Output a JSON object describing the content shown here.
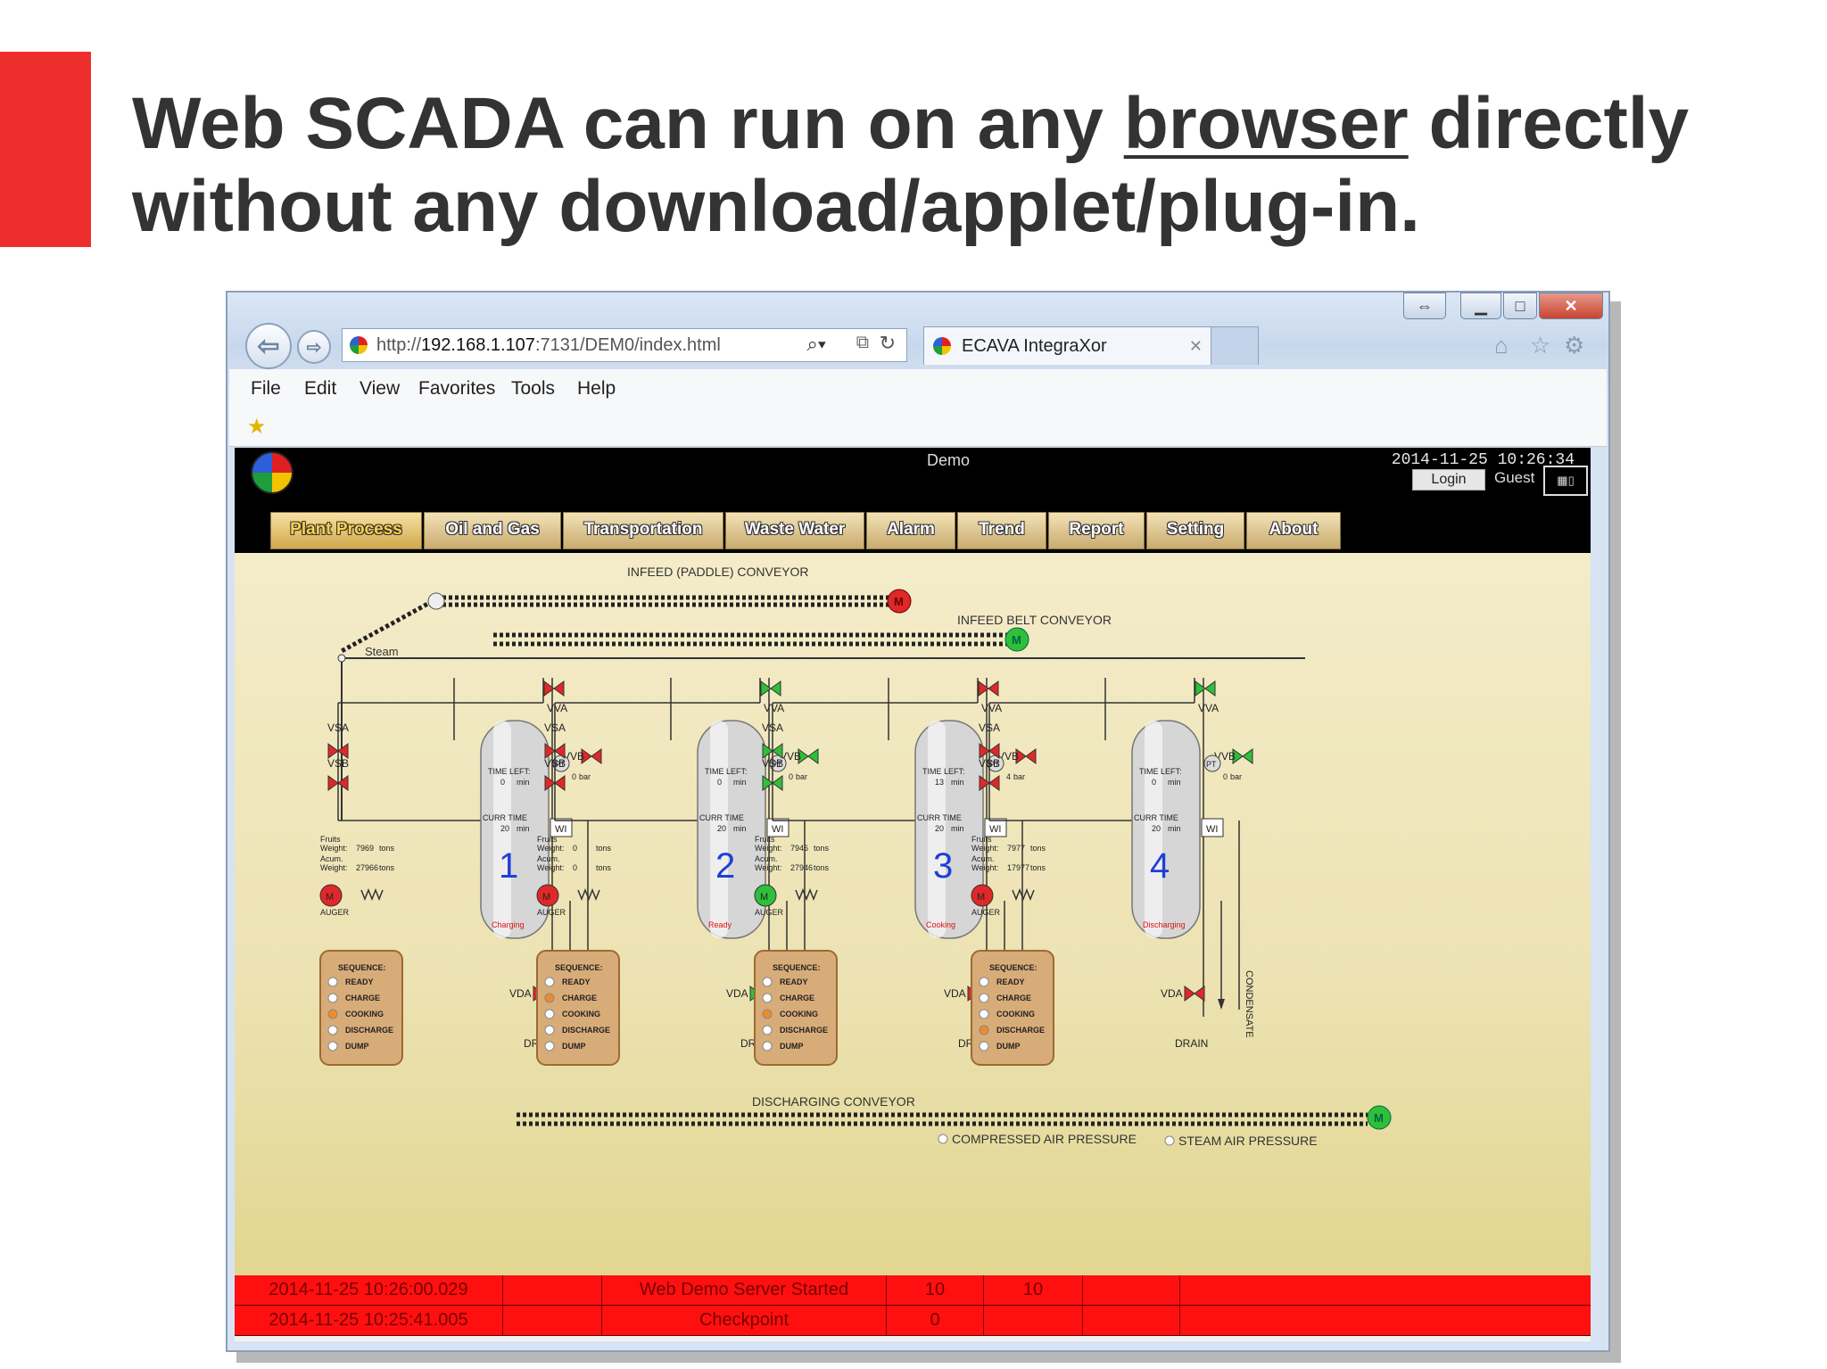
{
  "slide": {
    "title_part1": "Web SCADA can run on any ",
    "title_link": "browser",
    "title_part2": " directly without any download/applet/plug-in."
  },
  "browser": {
    "address_prefix": "http://",
    "address_host": "192.168.1.107",
    "address_rest": ":7131/DEM0/index.html",
    "tab_title": "ECAVA IntegraXor",
    "menu": [
      "File",
      "Edit",
      "View",
      "Favorites",
      "Tools",
      "Help"
    ]
  },
  "app": {
    "title": "Demo",
    "clock": "2014-11-25 10:26:34",
    "login_label": "Login",
    "user": "Guest",
    "tabs": [
      "Plant Process",
      "Oil and Gas",
      "Transportation",
      "Waste Water",
      "Alarm",
      "Trend",
      "Report",
      "Setting",
      "About"
    ],
    "active_tab": "Plant Process"
  },
  "process": {
    "infeed_paddle": "INFEED (PADDLE) CONVEYOR",
    "infeed_belt": "INFEED BELT CONVEYOR",
    "steam": "Steam",
    "discharging": "DISCHARGING CONVEYOR",
    "compressed_air": "COMPRESSED AIR PRESSURE",
    "steam_air": "STEAM AIR PRESSURE",
    "labels": {
      "vva": "VVA",
      "vsa": "VSA",
      "vsb": "VSB",
      "vvb": "VVB",
      "vda": "VDA",
      "drain": "DRAIN",
      "condensate": "CONDENSATE",
      "auger": "AUGER",
      "wi": "WI",
      "pt": "PT",
      "motor": "M",
      "time_left": "TIME LEFT:",
      "curr_time": "CURR TIME",
      "min": "min",
      "bar": "bar",
      "fruits": "Fruits",
      "weight": "Weight:",
      "acum": "Acum.",
      "tons": "tons",
      "sequence": "SEQUENCE:",
      "steps": [
        "READY",
        "CHARGE",
        "COOKING",
        "DISCHARGE",
        "DUMP"
      ]
    },
    "cookers": [
      {
        "number": "1",
        "time_left": "0",
        "curr_time": "20",
        "pressure": "0",
        "fruit_weight": "7969",
        "acum_weight": "27966",
        "status": "Charging",
        "auger": "off",
        "vva": "closed",
        "vsa": "closed",
        "vsb": "closed",
        "vvb": "closed",
        "vda": "closed",
        "active_step": "COOKING"
      },
      {
        "number": "2",
        "time_left": "0",
        "curr_time": "20",
        "pressure": "0",
        "fruit_weight": "0",
        "acum_weight": "0",
        "status": "Ready",
        "auger": "off",
        "vva": "open",
        "vsa": "closed",
        "vsb": "closed",
        "vvb": "open",
        "vda": "open",
        "active_step": "CHARGE"
      },
      {
        "number": "3",
        "time_left": "13",
        "curr_time": "20",
        "pressure": "4",
        "fruit_weight": "7946",
        "acum_weight": "27946",
        "status": "Cooking",
        "auger": "on",
        "vva": "closed",
        "vsa": "open",
        "vsb": "open",
        "vvb": "closed",
        "vda": "closed",
        "active_step": "COOKING"
      },
      {
        "number": "4",
        "time_left": "0",
        "curr_time": "20",
        "pressure": "0",
        "fruit_weight": "7977",
        "acum_weight": "17977",
        "status": "Discharging",
        "auger": "off",
        "vva": "open",
        "vsa": "closed",
        "vsb": "closed",
        "vvb": "open",
        "vda": "closed",
        "active_step": "DISCHARGE"
      }
    ]
  },
  "alarms": [
    {
      "time": "2014-11-25 10:26:00.029",
      "c2": "",
      "message": "Web Demo Server Started",
      "c4": "10",
      "c5": "10",
      "c6": "",
      "c7": ""
    },
    {
      "time": "2014-11-25 10:25:41.005",
      "c2": "",
      "message": "Checkpoint",
      "c4": "0",
      "c5": "",
      "c6": "",
      "c7": ""
    }
  ],
  "colors": {
    "accent": "#ee2d2d",
    "valve_open": "#2fbf3a",
    "valve_closed": "#e02828",
    "number_blue": "#1e3fd8"
  }
}
